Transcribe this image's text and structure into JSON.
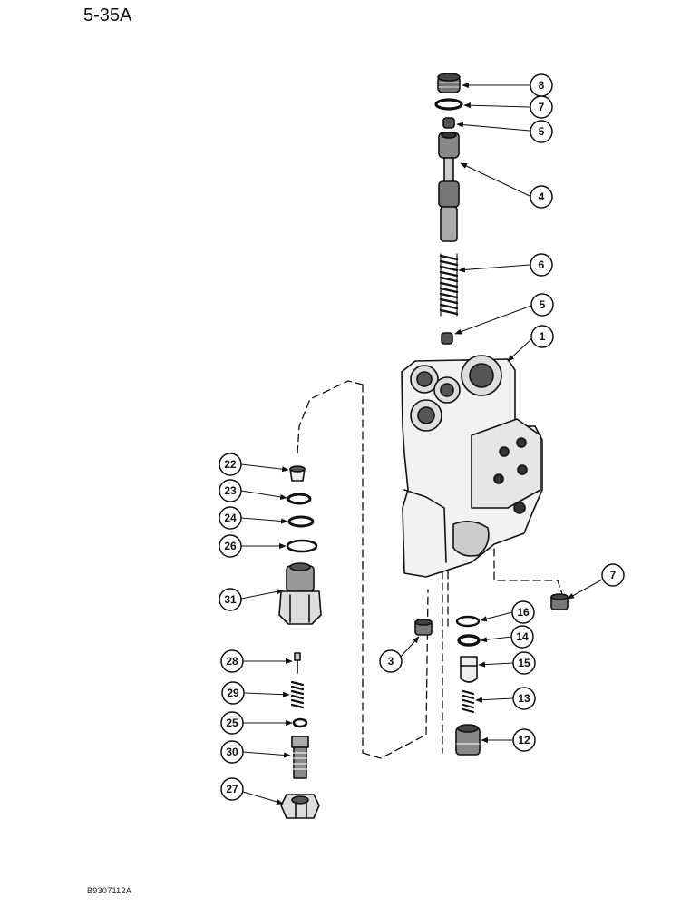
{
  "page_label": "5-35A",
  "footer_code": "B9307112A",
  "callouts": [
    {
      "id": "c8",
      "label": "8"
    },
    {
      "id": "c7a",
      "label": "7"
    },
    {
      "id": "c5a",
      "label": "5"
    },
    {
      "id": "c4",
      "label": "4"
    },
    {
      "id": "c6",
      "label": "6"
    },
    {
      "id": "c5b",
      "label": "5"
    },
    {
      "id": "c1",
      "label": "1"
    },
    {
      "id": "c22",
      "label": "22"
    },
    {
      "id": "c23",
      "label": "23"
    },
    {
      "id": "c24",
      "label": "24"
    },
    {
      "id": "c26",
      "label": "26"
    },
    {
      "id": "c31",
      "label": "31"
    },
    {
      "id": "c7b",
      "label": "7"
    },
    {
      "id": "c16",
      "label": "16"
    },
    {
      "id": "c14",
      "label": "14"
    },
    {
      "id": "c3",
      "label": "3"
    },
    {
      "id": "c15",
      "label": "15"
    },
    {
      "id": "c28",
      "label": "28"
    },
    {
      "id": "c13",
      "label": "13"
    },
    {
      "id": "c29",
      "label": "29"
    },
    {
      "id": "c25",
      "label": "25"
    },
    {
      "id": "c12",
      "label": "12"
    },
    {
      "id": "c30",
      "label": "30"
    },
    {
      "id": "c27",
      "label": "27"
    }
  ]
}
